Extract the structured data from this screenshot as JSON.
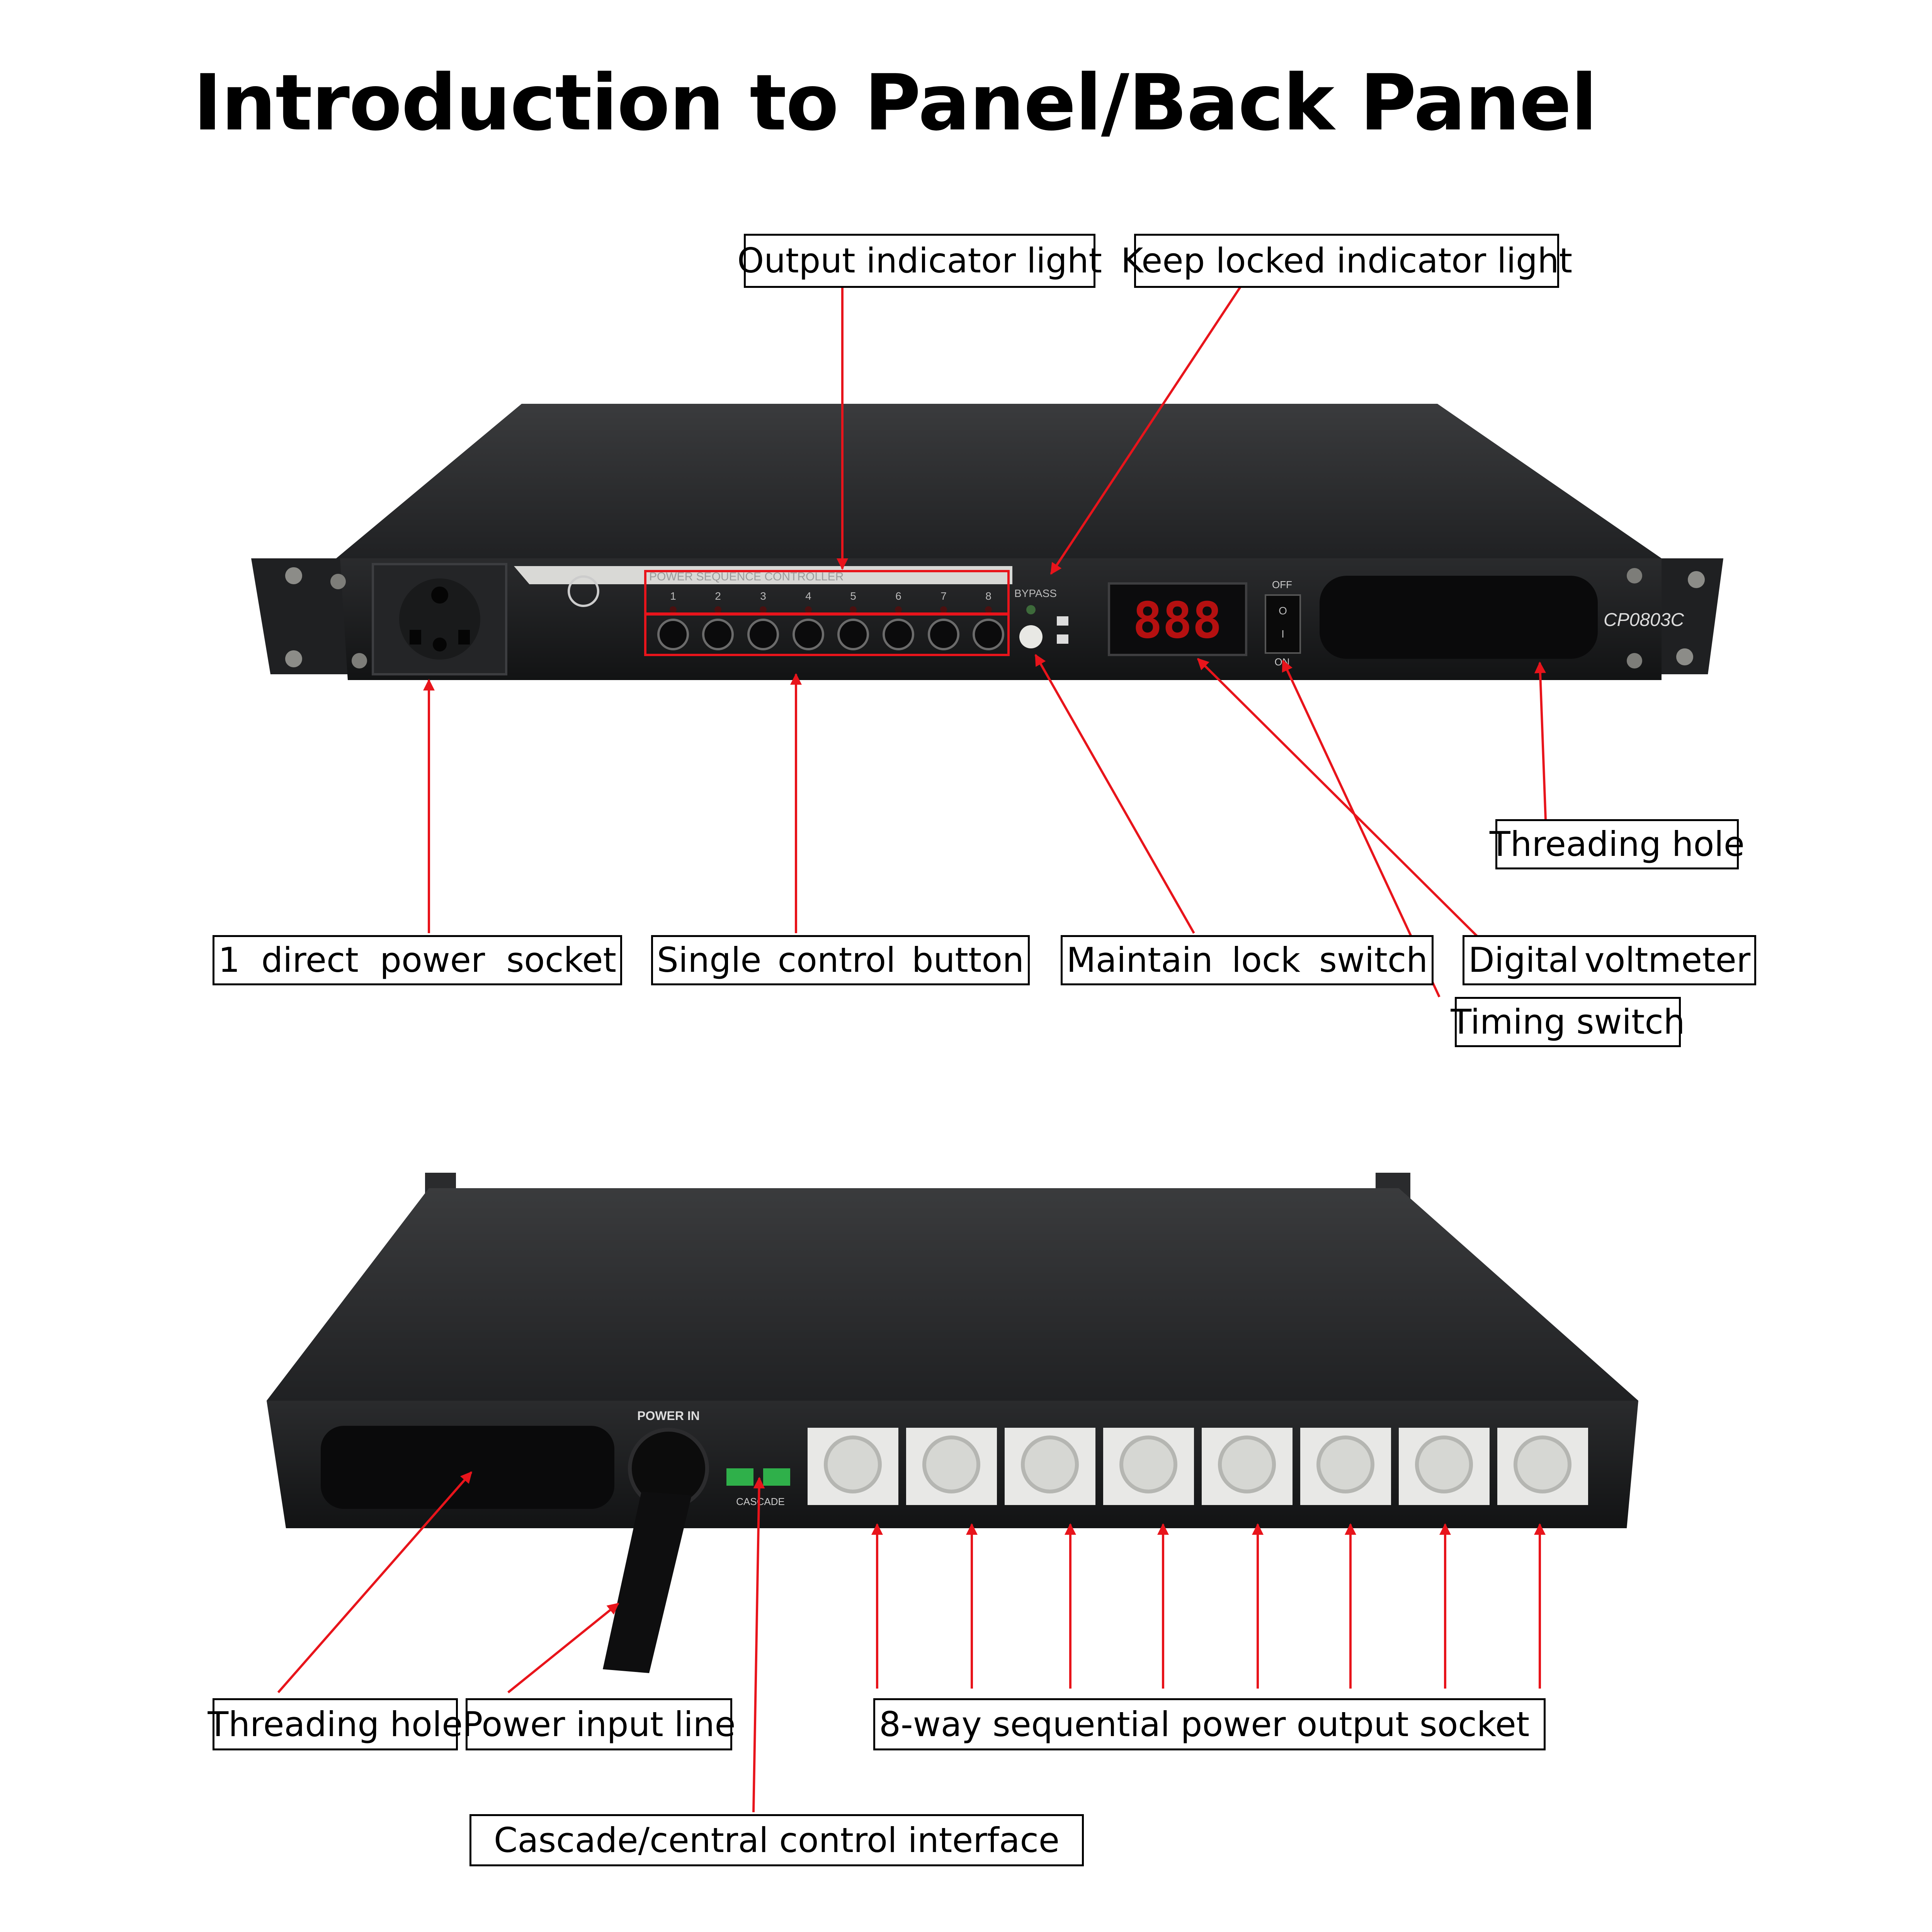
{
  "title": "Introduction to Panel/Back Panel",
  "accent_color": "#e8141b",
  "front_panel": {
    "labels": {
      "output_indicator": "Output indicator light",
      "keep_locked": "Keep locked indicator light",
      "threading_hole": "Threading hole",
      "direct_socket": [
        "1",
        "direct",
        "power",
        "socket"
      ],
      "single_control": [
        "Single",
        "control",
        "button"
      ],
      "maintain_lock": [
        "Maintain",
        "lock",
        "switch"
      ],
      "digital_voltmeter": [
        "Digital",
        "voltmeter"
      ],
      "timing_switch": "Timing switch"
    },
    "device": {
      "strip_text": "POWER SEQUENCE CONTROLLER",
      "channels": [
        "1",
        "2",
        "3",
        "4",
        "5",
        "6",
        "7",
        "8"
      ],
      "bypass": "BYPASS",
      "display": "888",
      "off": "OFF",
      "on": "ON",
      "switch_o": "O",
      "switch_i": "I",
      "model": "CP0803C"
    }
  },
  "back_panel": {
    "labels": {
      "threading_hole": "Threading hole",
      "power_input": "Power input line",
      "sequential_output": "8-way sequential power output socket",
      "cascade": "Cascade/central control interface"
    },
    "device": {
      "power_in": "POWER IN",
      "cascade_text": "CASCADE"
    }
  }
}
